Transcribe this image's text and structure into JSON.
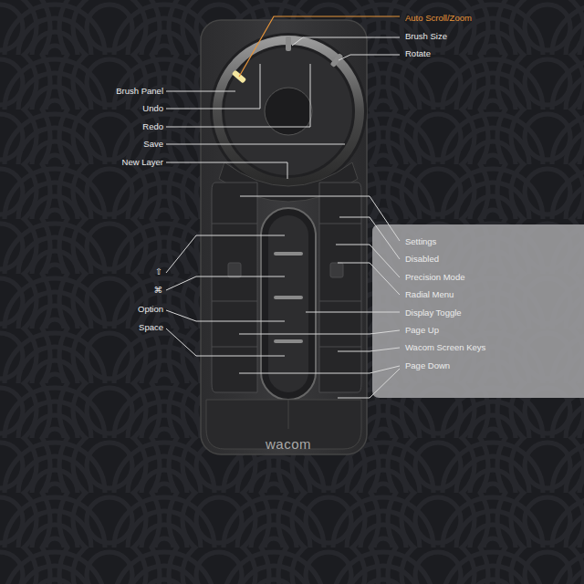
{
  "diagram": {
    "labels": [
      "Auto Scroll/Zoom",
      "Brush Size",
      "Rotate",
      "Brush Panel",
      "Undo",
      "Redo",
      "Save",
      "New Layer",
      "⇧",
      "⌘",
      "Option",
      "Space",
      "Settings",
      "Disabled",
      "Precision Mode",
      "Radial Menu",
      "Display Toggle",
      "Page Up",
      "Wacom Screen Keys",
      "Page Down",
      "wacom"
    ]
  }
}
